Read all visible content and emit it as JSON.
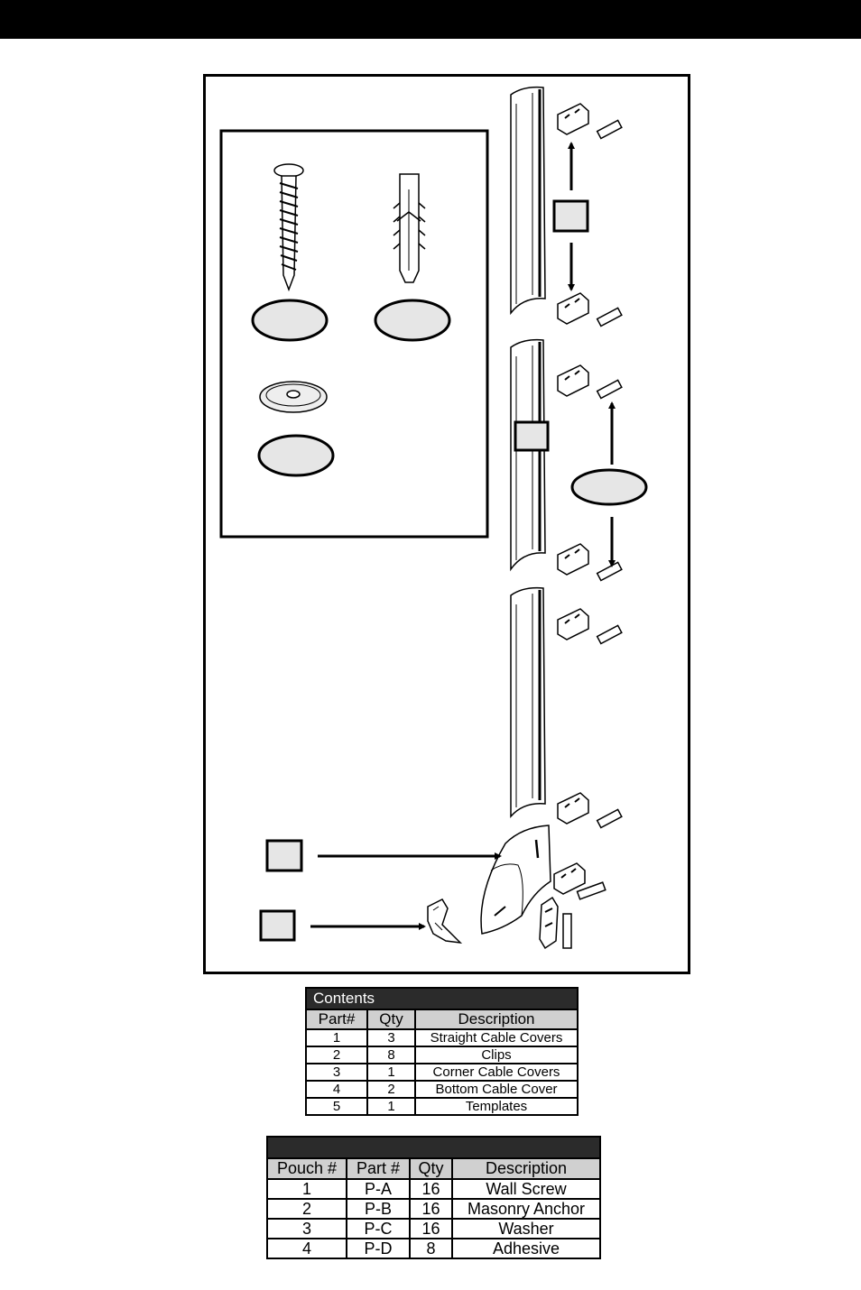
{
  "contents": {
    "title": "Contents",
    "headers": [
      "Part#",
      "Qty",
      "Description"
    ],
    "rows": [
      [
        "1",
        "3",
        "Straight Cable Covers"
      ],
      [
        "2",
        "8",
        "Clips"
      ],
      [
        "3",
        "1",
        "Corner Cable Covers"
      ],
      [
        "4",
        "2",
        "Bottom Cable Cover"
      ],
      [
        "5",
        "1",
        "Templates"
      ]
    ]
  },
  "hardware": {
    "title": "",
    "headers": [
      "Pouch #",
      "Part #",
      "Qty",
      "Description"
    ],
    "rows": [
      [
        "1",
        "P-A",
        "16",
        "Wall Screw"
      ],
      [
        "2",
        "P-B",
        "16",
        "Masonry Anchor"
      ],
      [
        "3",
        "P-C",
        "16",
        "Washer"
      ],
      [
        "4",
        "P-D",
        "8",
        "Adhesive"
      ]
    ]
  },
  "colors": {
    "label_fill": "#e6e6e6",
    "header_fill": "#d0d0d0",
    "title_fill": "#2b2b2b"
  }
}
